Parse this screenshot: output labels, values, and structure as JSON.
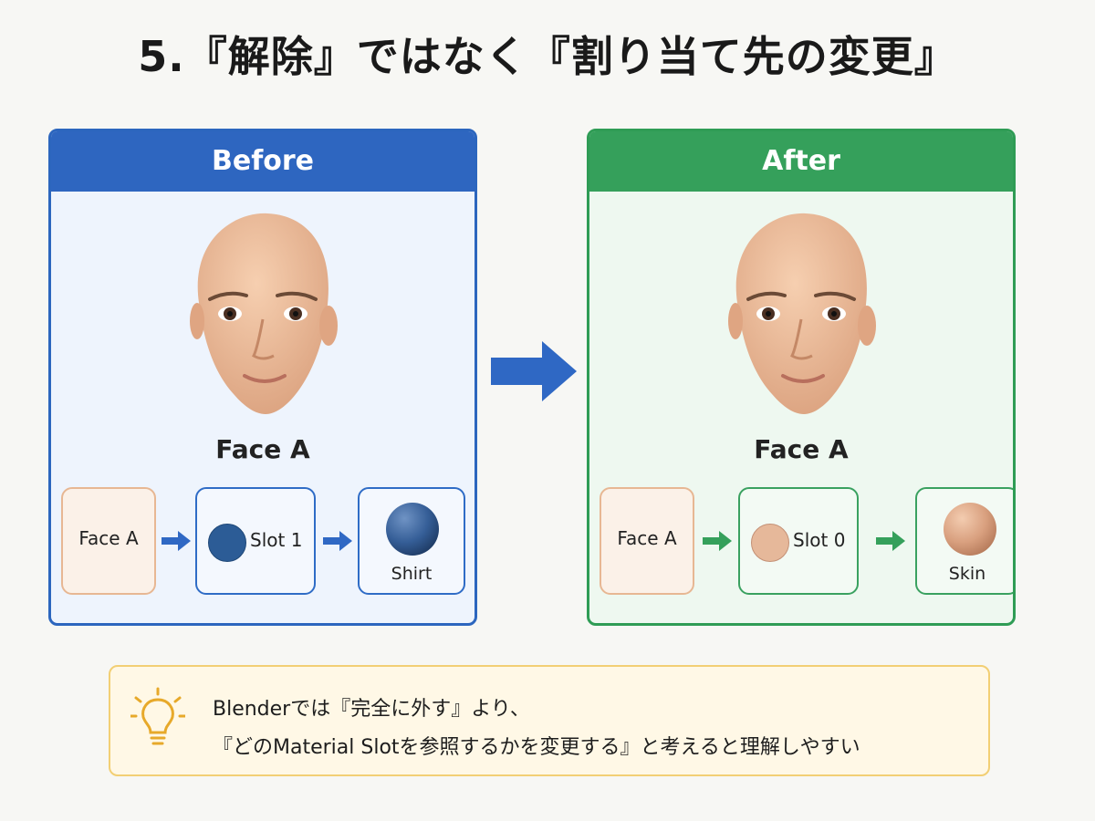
{
  "title": "5.『解除』ではなく『割り当て先の変更』",
  "before": {
    "header": "Before",
    "face_label": "Face A",
    "chain": {
      "face": "Face A",
      "slot": "Slot 1",
      "material": "Shirt"
    }
  },
  "after": {
    "header": "After",
    "face_label": "Face A",
    "chain": {
      "face": "Face A",
      "slot": "Slot 0",
      "material": "Skin"
    }
  },
  "tip": {
    "line1": "Blenderでは『完全に外す』より、",
    "line2": "『どのMaterial Slotを参照するかを変更する』と考えると理解しやすい"
  },
  "colors": {
    "before_accent": "#2e66c0",
    "after_accent": "#35a05b",
    "tip_border": "#f2cf74",
    "arrow": "#2f68c4"
  },
  "icons": [
    "face-illustration",
    "shirt-material-sphere",
    "skin-material-sphere",
    "right-arrow",
    "lightbulb-icon"
  ]
}
